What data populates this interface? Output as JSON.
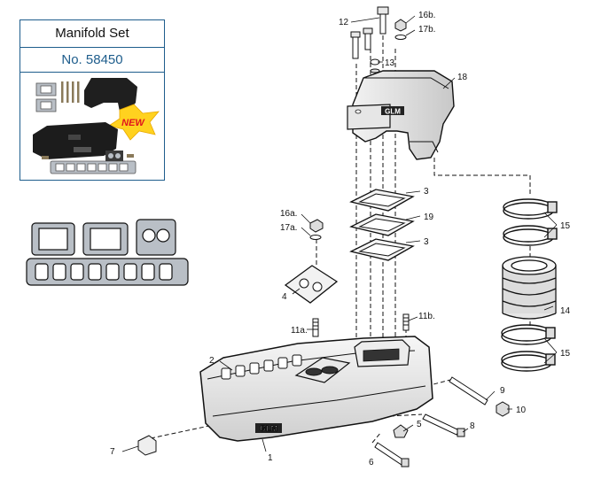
{
  "product_card": {
    "title": "Manifold Set",
    "number": "No. 58450",
    "badge": "NEW"
  },
  "brand_logo": "GLM",
  "callouts": {
    "c1": "1",
    "c2": "2",
    "c3a": "3",
    "c3b": "3",
    "c4": "4",
    "c5": "5",
    "c6": "6",
    "c7": "7",
    "c8": "8",
    "c9": "9",
    "c10": "10",
    "c11a": "11a.",
    "c11b": "11b.",
    "c12": "12",
    "c13": "13",
    "c14": "14",
    "c15a": "15",
    "c15b": "15",
    "c16a": "16a.",
    "c16b": "16b.",
    "c17a": "17a.",
    "c17b": "17b.",
    "c18": "18",
    "c19": "19"
  }
}
